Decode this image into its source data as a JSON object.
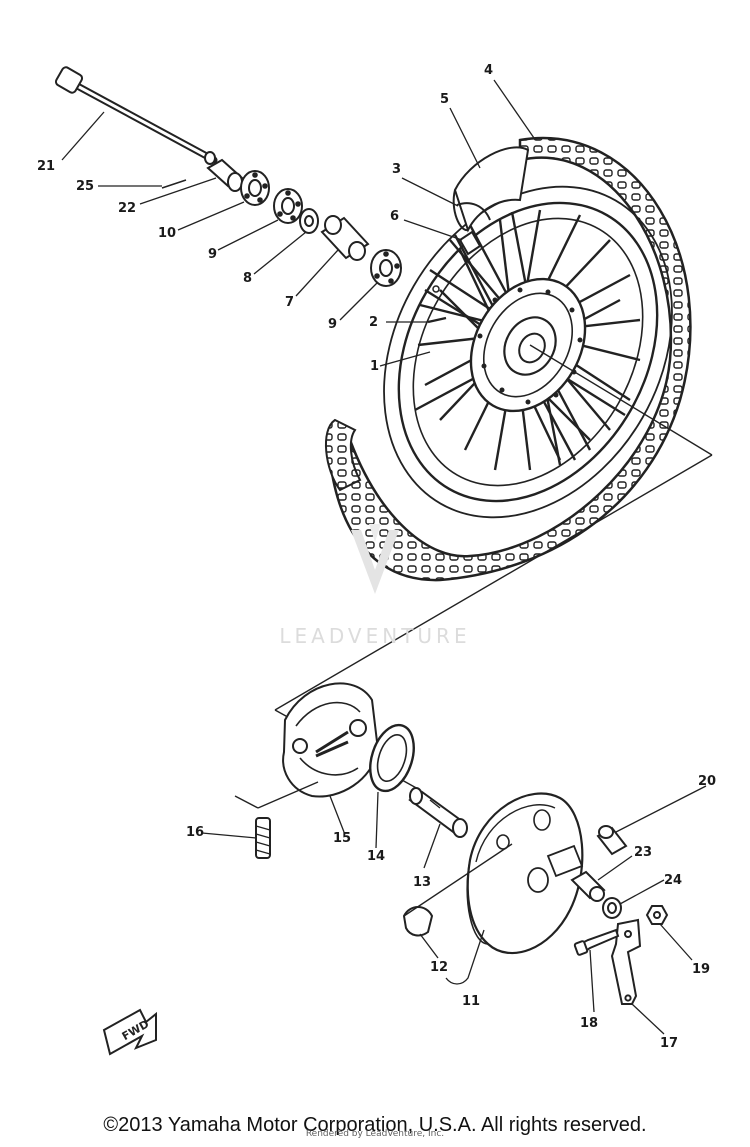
{
  "diagram": {
    "callouts": {
      "c1": "1",
      "c2": "2",
      "c3": "3",
      "c4": "4",
      "c5": "5",
      "c6": "6",
      "c7": "7",
      "c8": "8",
      "c9a": "9",
      "c9b": "9",
      "c10": "10",
      "c11": "11",
      "c12": "12",
      "c13": "13",
      "c14": "14",
      "c15": "15",
      "c16": "16",
      "c17": "17",
      "c18": "18",
      "c19": "19",
      "c20": "20",
      "c21": "21",
      "c22": "22",
      "c23": "23",
      "c24": "24",
      "c25": "25"
    },
    "fwd_label": "FWD"
  },
  "watermark": {
    "text": "LEADVENTURE"
  },
  "footer": {
    "copyright": "©2013 Yamaha Motor Corporation, U.S.A. All rights reserved.",
    "rendered_by": "Rendered by LeadVenture, Inc."
  }
}
